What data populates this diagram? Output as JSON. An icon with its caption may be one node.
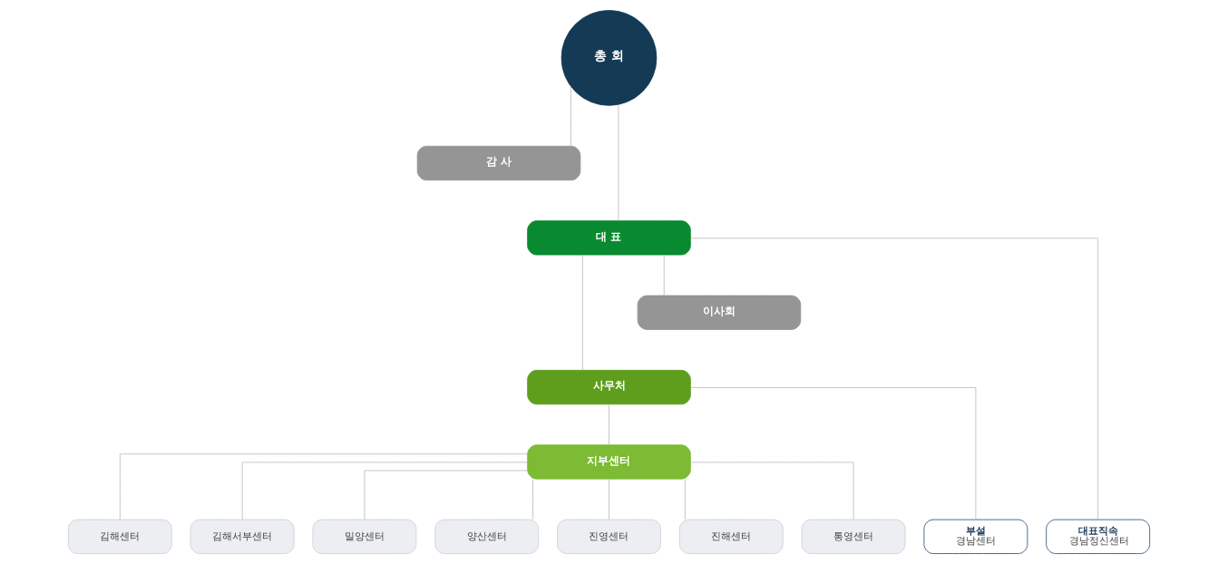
{
  "diagram": {
    "nodes": [
      {
        "text": [
          "총 회"
        ]
      },
      {
        "text": [
          "감 사"
        ]
      },
      {
        "text": [
          "대 표"
        ]
      },
      {
        "text": [
          "이사회"
        ]
      },
      {
        "text": [
          "사무처"
        ]
      },
      {
        "text": [
          "지부센터"
        ]
      },
      {
        "text": [
          "김해센터"
        ]
      },
      {
        "text": [
          "김해서부센터"
        ]
      },
      {
        "text": [
          "밀양센터"
        ]
      },
      {
        "text": [
          "양산센터"
        ]
      },
      {
        "text": [
          "진영센터"
        ]
      },
      {
        "text": [
          "진해센터"
        ]
      },
      {
        "text": [
          "통영센터"
        ]
      },
      {
        "text": [
          "부설",
          "경남센터"
        ]
      },
      {
        "text": [
          "대표직속",
          "경남정신센터"
        ]
      }
    ],
    "edges": [
      {
        "from": 0,
        "to": 1,
        "arrow": "none"
      },
      {
        "from": 0,
        "to": 2,
        "arrow": "none"
      },
      {
        "from": 2,
        "to": 4,
        "arrow": "none"
      },
      {
        "from": 2,
        "to": 3,
        "arrow": "none"
      },
      {
        "from": 2,
        "to": 14,
        "arrow": "none"
      },
      {
        "from": 4,
        "to": 5,
        "arrow": "none"
      },
      {
        "from": 4,
        "to": 13,
        "arrow": "none"
      },
      {
        "from": 5,
        "to": 6,
        "arrow": "none"
      },
      {
        "from": 5,
        "to": 7,
        "arrow": "none"
      },
      {
        "from": 5,
        "to": 8,
        "arrow": "none"
      },
      {
        "from": 5,
        "to": 9,
        "arrow": "none"
      },
      {
        "from": 5,
        "to": 10,
        "arrow": "none"
      },
      {
        "from": 5,
        "to": 11,
        "arrow": "none"
      },
      {
        "from": 5,
        "to": 12,
        "arrow": "none"
      }
    ]
  }
}
